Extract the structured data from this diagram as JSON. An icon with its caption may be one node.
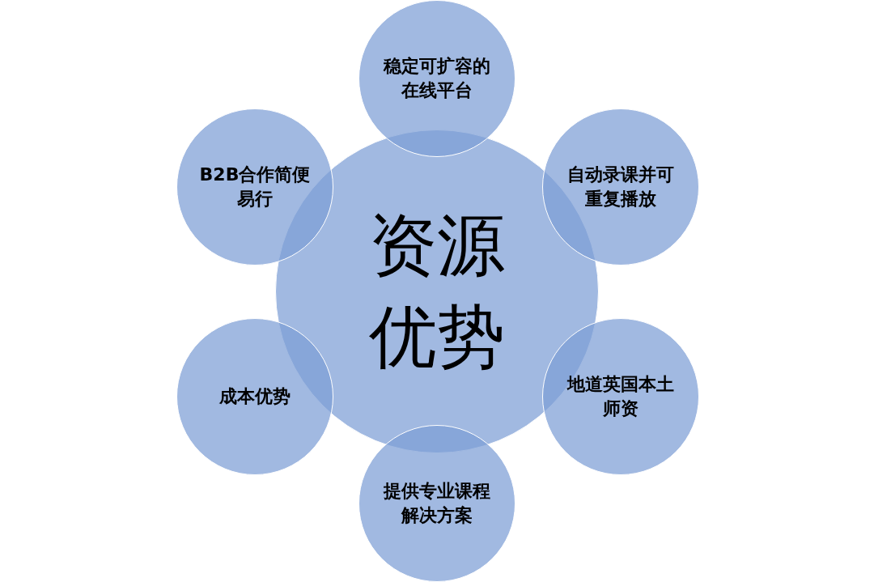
{
  "diagram": {
    "nodes": [
      {
        "text": [
          "资源优势"
        ]
      },
      {
        "text": [
          "稳定可扩容的在线平台"
        ]
      },
      {
        "text": [
          "自动录课并可重复播放"
        ]
      },
      {
        "text": [
          "地道英国本土师资"
        ]
      },
      {
        "text": [
          "提供专业课程解决方案"
        ]
      },
      {
        "text": [
          "成本优势"
        ]
      },
      {
        "text": [
          "B2B合作简便易行"
        ]
      }
    ]
  }
}
